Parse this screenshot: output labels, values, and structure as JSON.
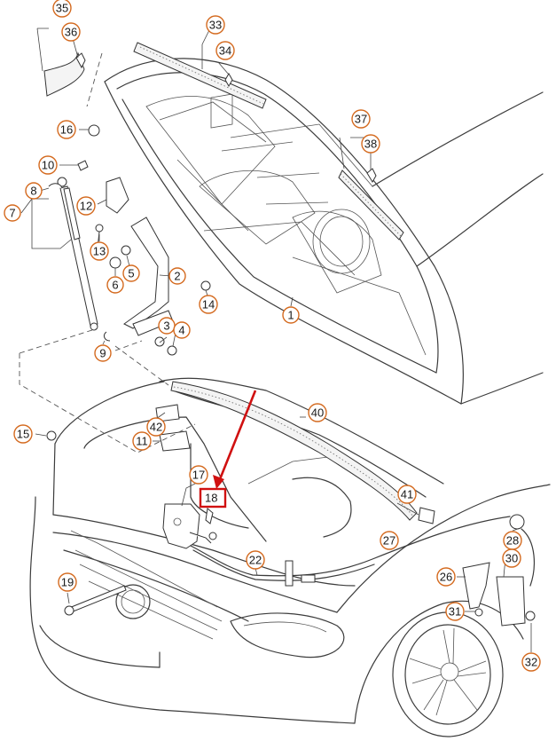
{
  "diagram": {
    "accent_color": "#d46a1f",
    "highlight_color": "#d01010",
    "highlighted_part": "18",
    "callouts": [
      "35",
      "36",
      "33",
      "34",
      "37",
      "38",
      "16",
      "10",
      "8",
      "7",
      "12",
      "13",
      "6",
      "5",
      "2",
      "14",
      "1",
      "3",
      "4",
      "9",
      "15",
      "42",
      "11",
      "40",
      "17",
      "41",
      "27",
      "28",
      "30",
      "26",
      "31",
      "32",
      "22",
      "19"
    ]
  }
}
